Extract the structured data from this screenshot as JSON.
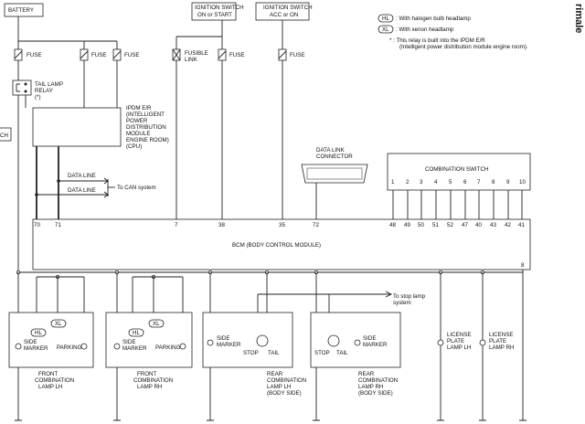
{
  "sources": {
    "battery": "BATTERY",
    "ign_on_1": "IGNITION SWITCH",
    "ign_on_2": "ON or START",
    "ign_acc_1": "IGNITION SWITCH",
    "ign_acc_2": "ACC or ON"
  },
  "legend": {
    "hl_tag": "HL",
    "hl_text": ": With halogen bulb headlamp",
    "xl_tag": "XL",
    "xl_text": ": With xenon headlamp",
    "note1": "* : This relay is built into the IPDM E/R",
    "note2": "(Intelligent power distribution module engine room)."
  },
  "fuses": {
    "fuse": "FUSE",
    "fusible1": "FUSIBLE",
    "fusible2": "LINK"
  },
  "relay": {
    "l1": "TAIL LAMP",
    "l2": "RELAY",
    "l3": "(*)"
  },
  "ipdm": [
    "IPDM E/R",
    "(INTELLIGENT",
    "POWER",
    "DISTRIBUTION",
    "MODULE",
    "ENGINE ROOM)",
    "(CPU)"
  ],
  "data_lines": {
    "l1": "DATA LINE",
    "l2": "DATA LINE",
    "can": "To CAN system"
  },
  "dlc": {
    "l1": "DATA LINK",
    "l2": "CONNECTOR"
  },
  "combo_switch": {
    "title": "COMBINATION SWITCH",
    "pins": [
      "1",
      "2",
      "3",
      "4",
      "5",
      "6",
      "7",
      "8",
      "9",
      "10"
    ]
  },
  "bcm": {
    "title": "BCM (BODY CONTROL MODULE)",
    "pins": [
      "70",
      "71",
      "7",
      "38",
      "35",
      "72",
      "48",
      "49",
      "50",
      "51",
      "52",
      "47",
      "40",
      "43",
      "42",
      "41"
    ],
    "pin8": "8"
  },
  "edge_tab": "CH",
  "corner_text": "rimale",
  "stop_lamp": {
    "l1": "To stop lamp",
    "l2": "system"
  },
  "lamps": {
    "hl": "HL",
    "xl": "XL",
    "side": "SIDE",
    "marker": "MARKER",
    "parking": "PARKING",
    "stop": "STOP",
    "tail": "TAIL",
    "front_lh": [
      "FRONT",
      "COMBINATION",
      "LAMP LH"
    ],
    "front_rh": [
      "FRONT",
      "COMBINATION",
      "LAMP RH"
    ],
    "rear_lh": [
      "REAR",
      "COMBINATION",
      "LAMP LH",
      "(BODY SIDE)"
    ],
    "rear_rh": [
      "REAR",
      "COMBINATION",
      "LAMP RH",
      "(BODY SIDE)"
    ],
    "license_lh": [
      "LICENSE",
      "PLATE",
      "LAMP LH"
    ],
    "license_rh": [
      "LICENSE",
      "PLATE",
      "LAMP RH"
    ]
  }
}
